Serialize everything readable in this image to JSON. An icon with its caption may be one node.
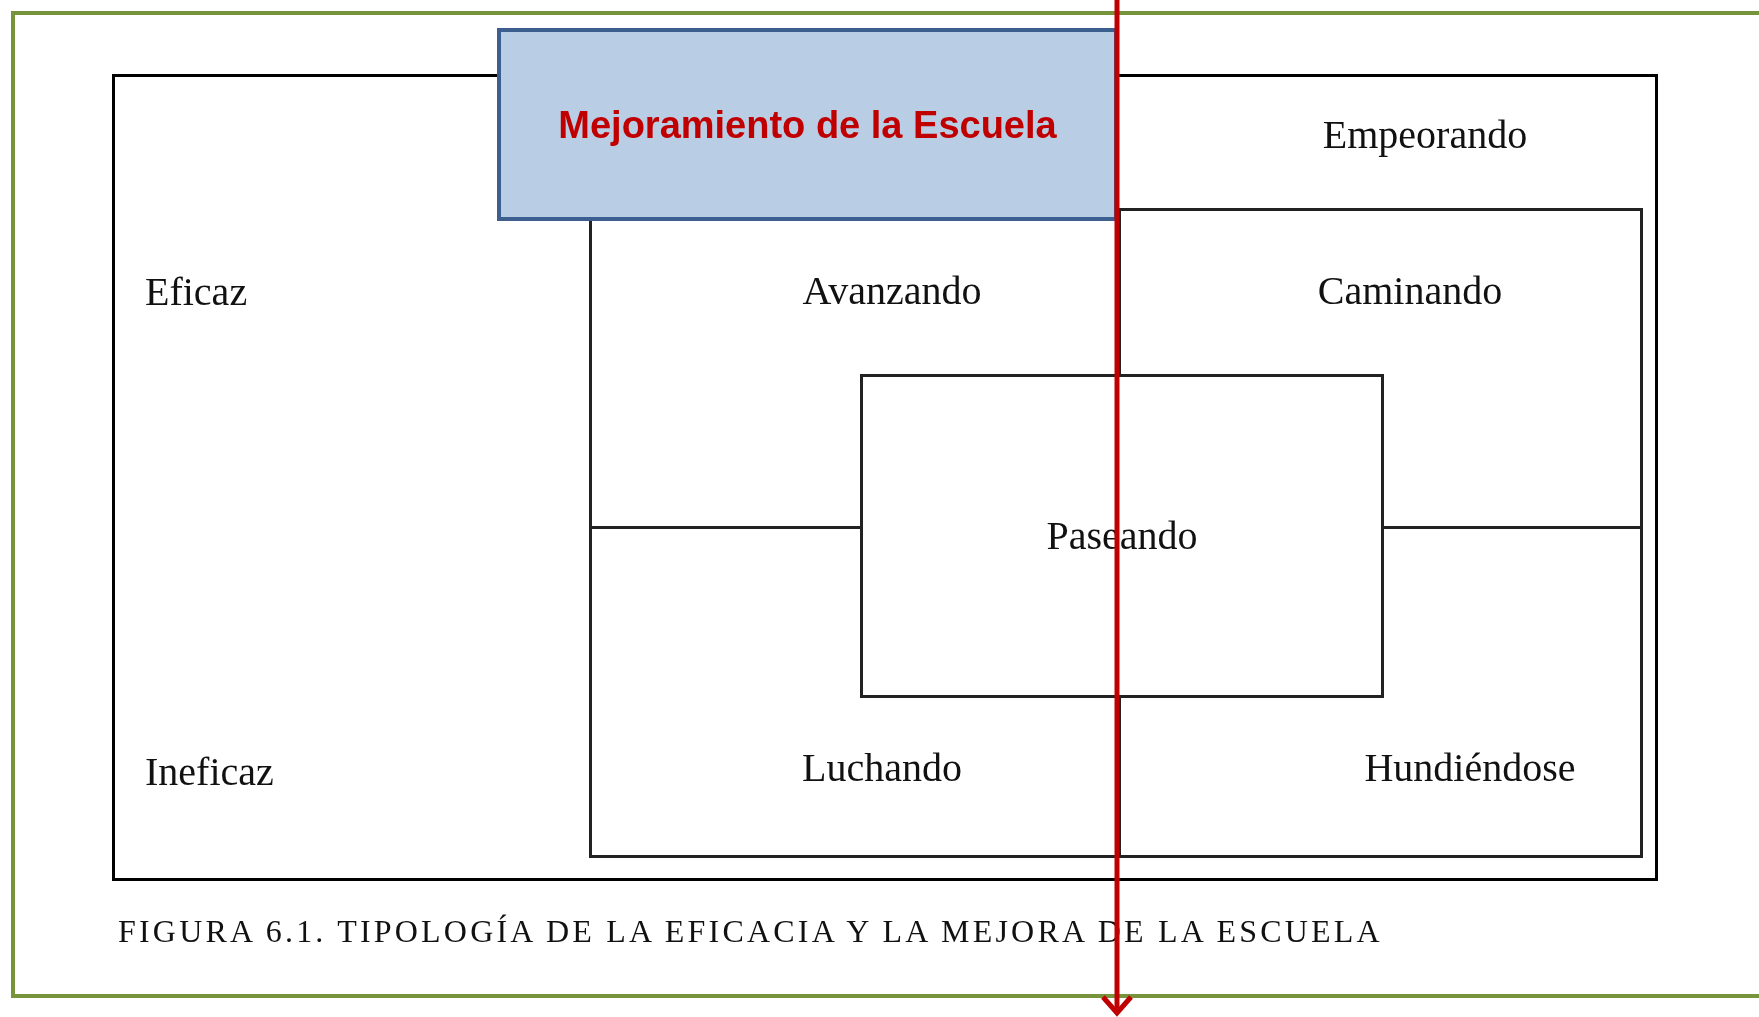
{
  "diagram": {
    "caption": "FIGURA 6.1. TIPOLOGÍA DE LA EFICACIA Y LA MEJORA DE LA ESCUELA",
    "nodes": [
      {
        "text": [
          "Mejoramiento de la Escuela"
        ]
      },
      {
        "text": [
          "Empeorando",
          "Eficaz",
          "Ineficaz"
        ]
      },
      {
        "text": [
          "Avanzando",
          "Caminando",
          "Luchando",
          "Hundiéndose"
        ],
        "in": 1
      },
      {
        "text": [
          "Paseando"
        ],
        "in": 2
      }
    ]
  }
}
